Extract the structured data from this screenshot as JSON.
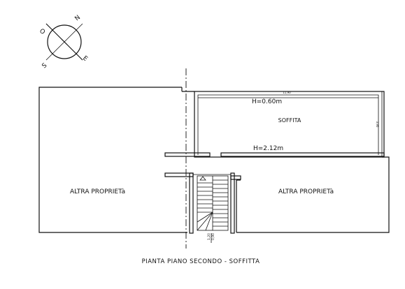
{
  "compass": {
    "north": "N",
    "east": "E",
    "south": "S",
    "west": "O"
  },
  "labels": {
    "attic_title": "SOFFITA",
    "height_min": "H=0.60m",
    "height_max": "H=2.12m",
    "left_property": "ALTRA PROPRIETà",
    "right_property": "ALTRA PROPRIETà",
    "attic_width_dim": "11,90",
    "attic_depth_dim": "3,95",
    "stair_dim": "1,20",
    "stair_dim_2": "0,90"
  },
  "caption": "PIANTA PIANO SECONDO - SOFFITTA"
}
